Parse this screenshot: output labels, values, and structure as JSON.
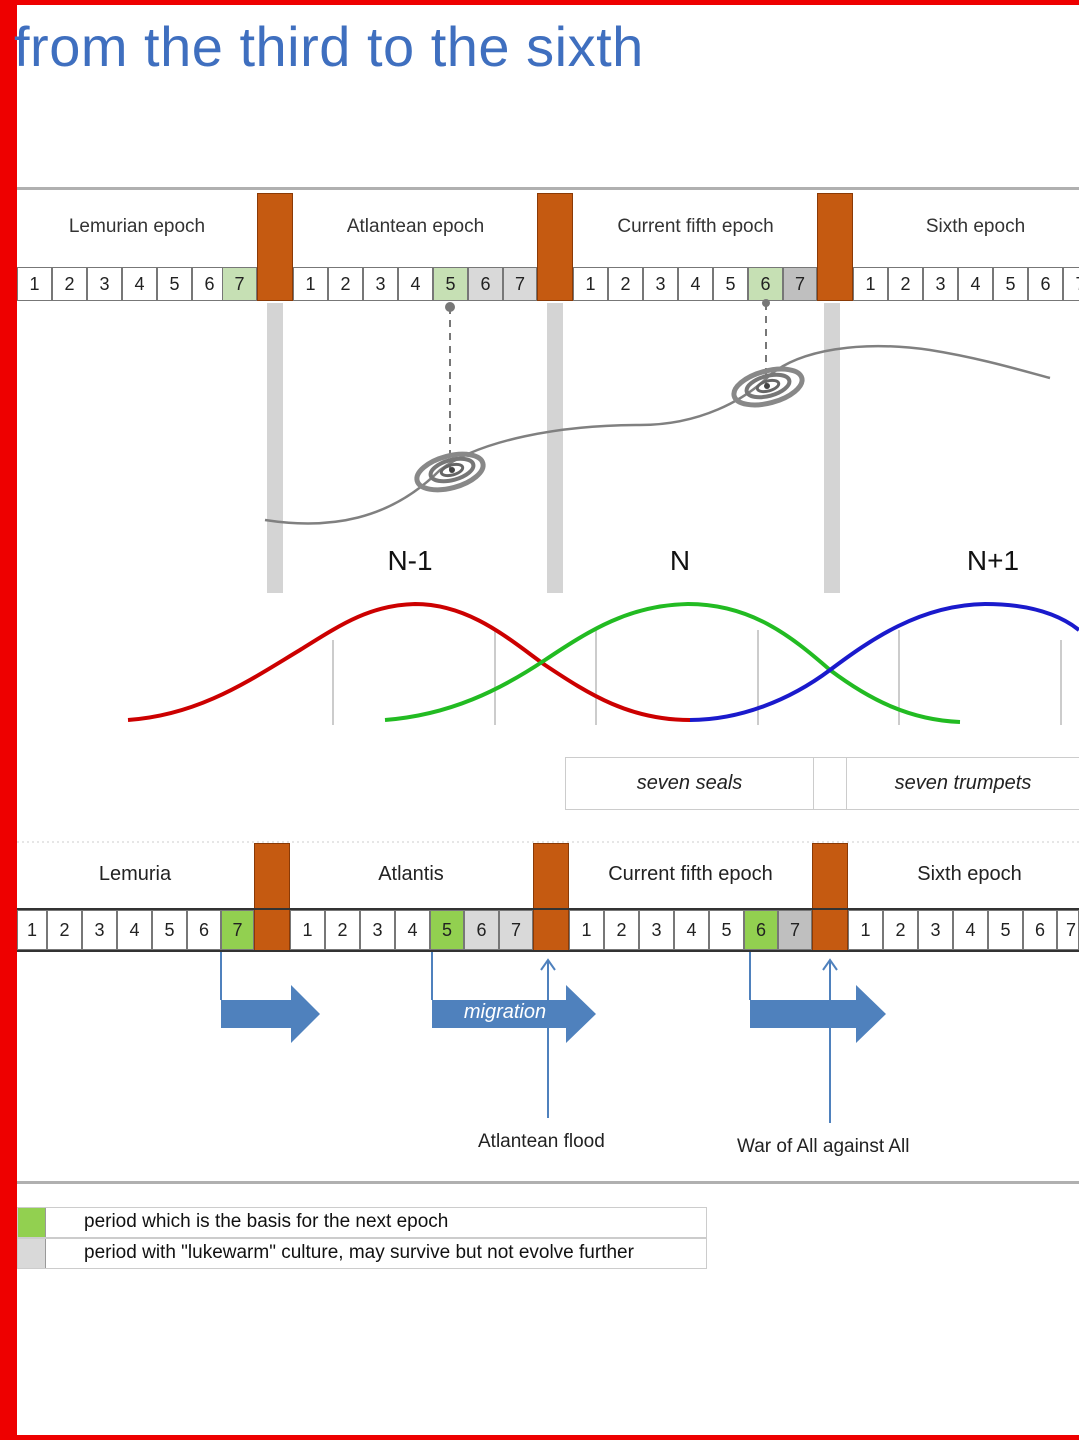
{
  "title": "from the third to the sixth",
  "top_epochs": [
    "Lemurian epoch",
    "Atlantean epoch",
    "Current fifth epoch",
    "Sixth epoch"
  ],
  "bottom_epochs": [
    "Lemuria",
    "Atlantis",
    "Current fifth epoch",
    "Sixth epoch"
  ],
  "period_numbers": [
    "1",
    "2",
    "3",
    "4",
    "5",
    "6",
    "7"
  ],
  "wave_labels": [
    "N-1",
    "N",
    "N+1"
  ],
  "wave_colors": [
    "#cc0000",
    "#22bb22",
    "#1a1acc"
  ],
  "seal_labels": [
    "seven seals",
    "seven trumpets"
  ],
  "migration_label": "migration",
  "event_labels": {
    "flood": "Atlantean flood",
    "war": "War of All against All"
  },
  "legend": [
    {
      "color": "#92d050",
      "text": "period which is the basis for the next epoch"
    },
    {
      "color": "#d9d9d9",
      "text": "period with \"lukewarm\" culture, may survive but not evolve further"
    }
  ],
  "colors": {
    "title": "#3f6fbf",
    "frame": "#ee0000",
    "separator": "#c55a11",
    "arrow": "#4f81bd"
  }
}
